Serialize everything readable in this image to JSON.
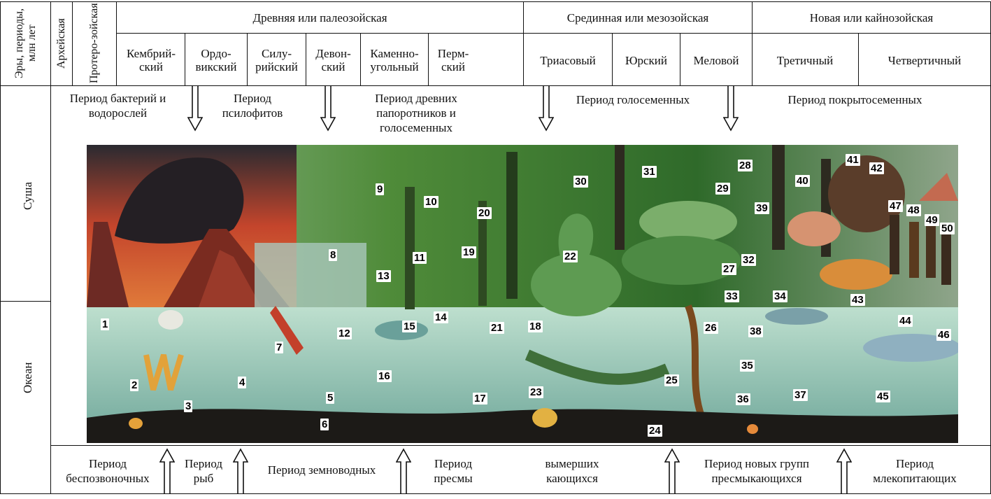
{
  "side": {
    "eras_header": "Эры, периоды, млн лет",
    "land": "Суша",
    "ocean": "Океан"
  },
  "eras": {
    "archean": "Архейская",
    "proterozoic": "Протеро-зойская",
    "paleozoic": "Древняя или палеозойская",
    "mesozoic": "Срединная или мезозойская",
    "cenozoic": "Новая или кайнозойская"
  },
  "periods": {
    "cambrian": "Кембрий-ский",
    "ordovician": "Ордо-викский",
    "silurian": "Силу-рийский",
    "devonian": "Девон-ский",
    "carboniferous": "Каменно-угольный",
    "permian": "Перм-ский",
    "triassic": "Триасовый",
    "jurassic": "Юрский",
    "cretaceous": "Меловой",
    "tertiary": "Третичный",
    "quaternary": "Четвертичный"
  },
  "flora": {
    "bacteria": "Период бактерий и водорослей",
    "psilophytes": "Период псилофитов",
    "ferns": "Период древних папоротников и голосеменных",
    "gymnosperms": "Период голосеменных",
    "angiosperms": "Период покрытосеменных"
  },
  "fauna": {
    "invertebrates": "Период беспозвоночных",
    "fish": "Период рыб",
    "amphibians": "Период земноводных",
    "reptiles": "Период пресмы",
    "extinct": "вымерших кающихся",
    "new_reptiles": "Период новых групп пресмыкающихся",
    "mammals": "Период млекопитающих"
  },
  "numbers": [
    "1",
    "2",
    "3",
    "4",
    "5",
    "6",
    "7",
    "8",
    "9",
    "10",
    "11",
    "12",
    "13",
    "14",
    "15",
    "16",
    "17",
    "18",
    "19",
    "20",
    "21",
    "22",
    "23",
    "24",
    "25",
    "26",
    "27",
    "28",
    "29",
    "30",
    "31",
    "32",
    "33",
    "34",
    "35",
    "36",
    "37",
    "38",
    "39",
    "40",
    "41",
    "42",
    "43",
    "44",
    "45",
    "46",
    "47",
    "48",
    "49",
    "50"
  ],
  "colors": {
    "sky_dark": "#3a2f33",
    "lava": "#d2502c",
    "jungle": "#3e7a2e",
    "water": "#9fc9b6",
    "sea_floor": "#1c1a17"
  }
}
